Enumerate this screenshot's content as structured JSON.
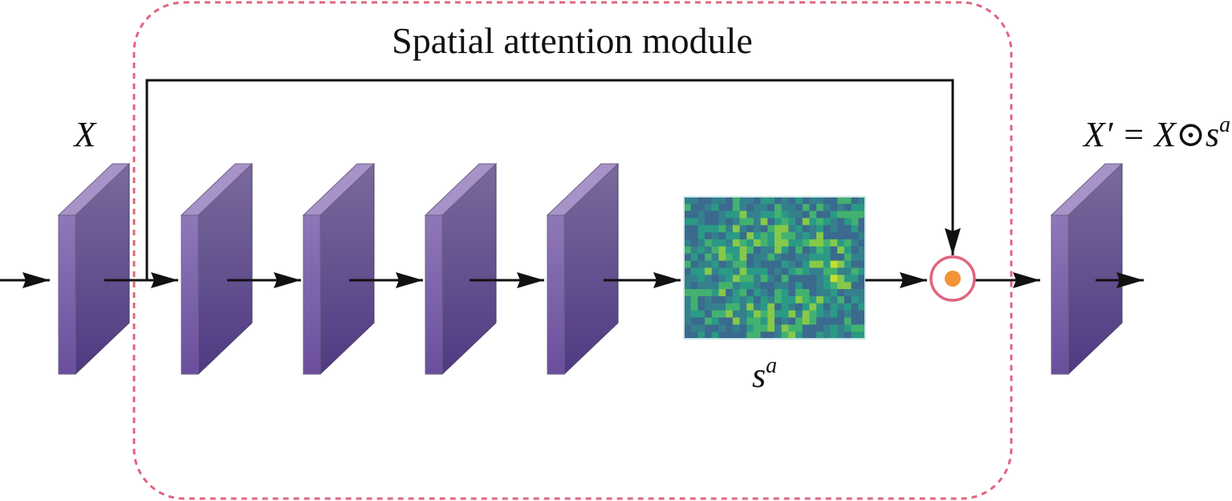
{
  "title": "Spatial attention module",
  "labels": {
    "input": "X",
    "output_lhs": "X′",
    "output_eq": " = X⊙s",
    "output_sup": "a",
    "map_base": "s",
    "map_sup": "a"
  },
  "colors": {
    "module_border": "#e0657e",
    "arrow": "#111111",
    "slab_front": "#7b5fa8",
    "slab_face": "#5f4a8c",
    "slab_top": "#a893c8",
    "op_ring": "#e0657e",
    "op_dot": "#f39436"
  }
}
